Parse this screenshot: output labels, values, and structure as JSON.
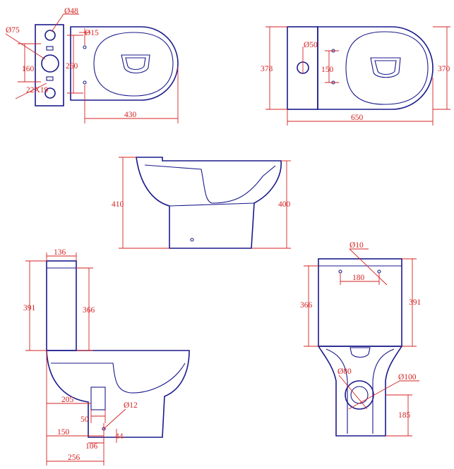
{
  "colors": {
    "outline": "#1a1a8c",
    "dimension": "#d42222",
    "background": "#ffffff"
  },
  "top_left_view": {
    "dim_48": "Ø48",
    "dim_75": "Ø75",
    "dim_15": "Ø15",
    "dim_160": "160",
    "dim_260": "260",
    "dim_22x19": "22X19",
    "dim_430": "430"
  },
  "top_right_view": {
    "dim_50": "Ø50",
    "dim_378": "378",
    "dim_150": "150",
    "dim_370": "370",
    "dim_650": "650"
  },
  "side_view": {
    "dim_410": "410",
    "dim_400": "400"
  },
  "section_view": {
    "dim_136": "136",
    "dim_391": "391",
    "dim_366": "366",
    "dim_205": "205",
    "dim_50": "50",
    "dim_12": "Ø12",
    "dim_150": "150",
    "dim_44": "44",
    "dim_106": "106",
    "dim_256": "256"
  },
  "back_view": {
    "dim_10": "Ø10",
    "dim_180": "180",
    "dim_366": "366",
    "dim_391": "391",
    "dim_80": "Ø80",
    "dim_100": "Ø100",
    "dim_185": "185"
  }
}
